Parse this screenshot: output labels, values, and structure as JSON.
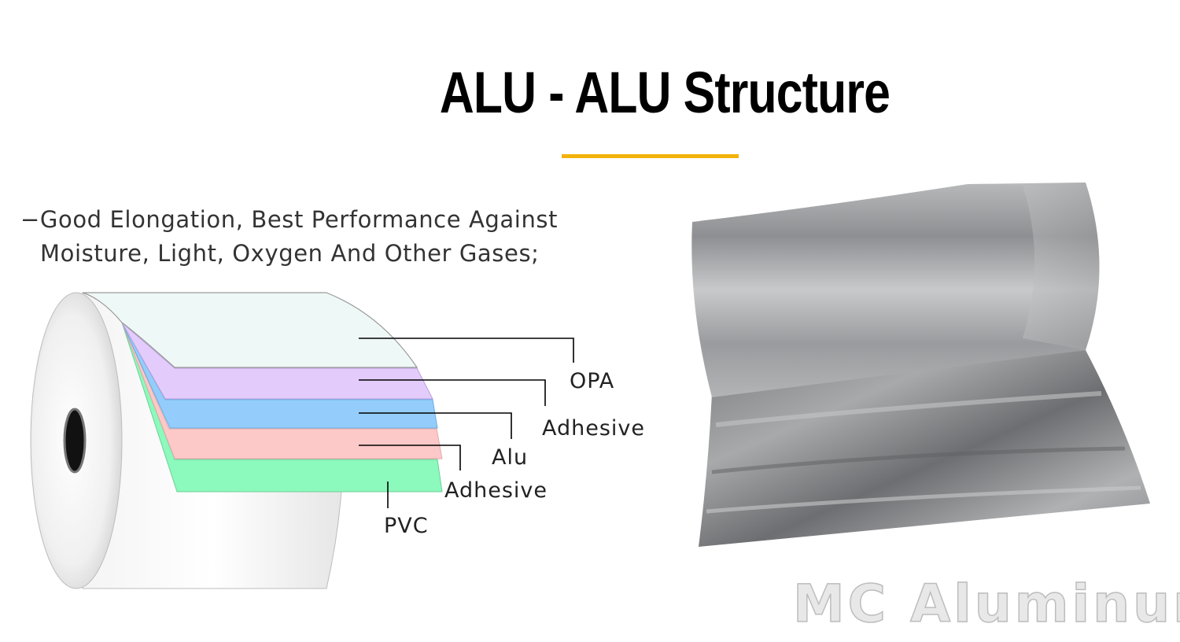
{
  "title": "ALU - ALU Structure",
  "description": {
    "line1": "−Good Elongation, Best Performance Against",
    "line2": "Moisture, Light, Oxygen And Other Gases;"
  },
  "layers": [
    {
      "label": "OPA",
      "color": "#eef8f6"
    },
    {
      "label": "Adhesive",
      "color": "#e3ccfb"
    },
    {
      "label": "Alu",
      "color": "#94cdfb"
    },
    {
      "label": "Adhesive",
      "color": "#fcc8c8"
    },
    {
      "label": "PVC",
      "color": "#8cf9bd"
    }
  ],
  "colors": {
    "accent_underline": "#f2b30b",
    "foil_silver": "#a5a6a8"
  },
  "watermark": "MC Aluminum"
}
